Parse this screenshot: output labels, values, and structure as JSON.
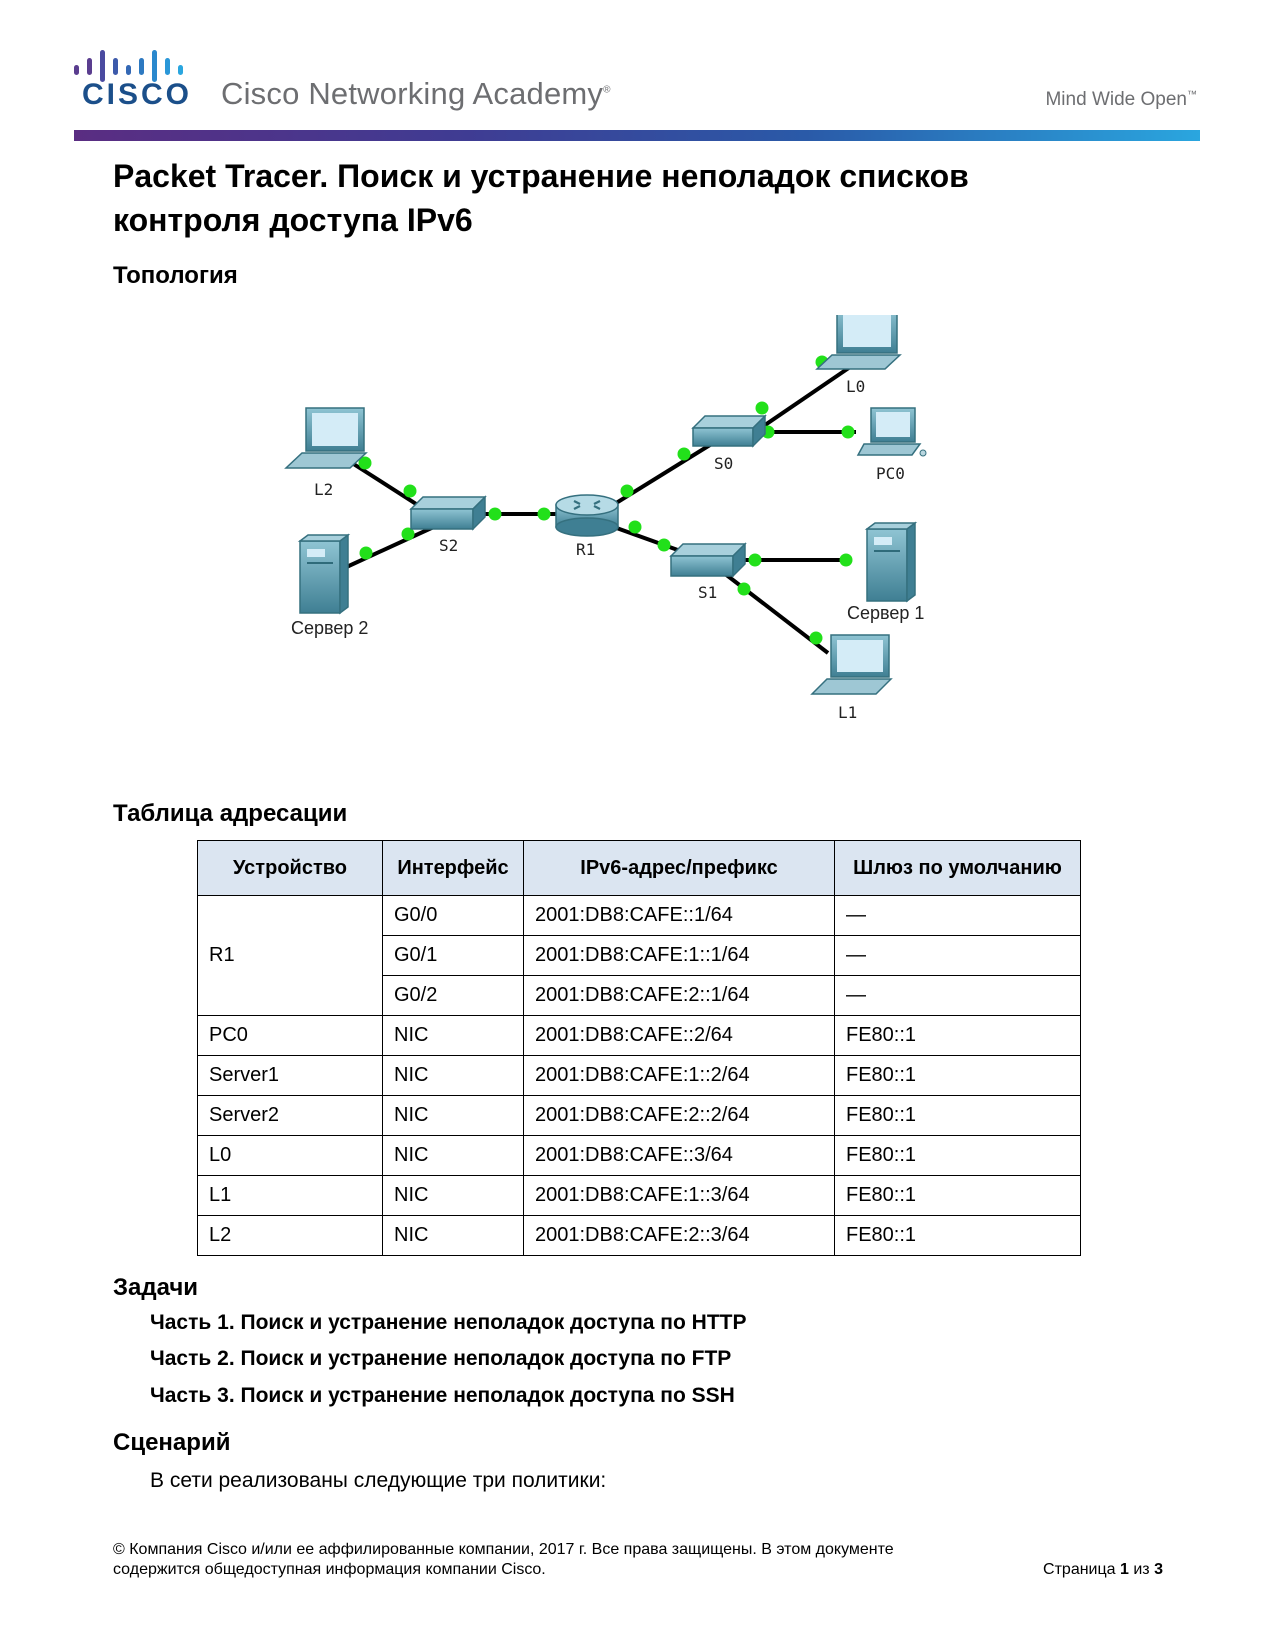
{
  "header": {
    "brand_word": "CISCO",
    "academy": "Cisco Networking Academy",
    "academy_mark": "®",
    "tagline": "Mind Wide Open",
    "tagline_mark": "™",
    "logo_icon": "cisco-bridge-logo-icon"
  },
  "title": "Packet Tracer. Поиск и устранение неполадок списков контроля доступа IPv6",
  "sections": {
    "topology": "Топология",
    "addressing": "Таблица адресации",
    "tasks": "Задачи",
    "scenario": "Сценарий"
  },
  "topology": {
    "labels": {
      "L0": "L0",
      "PC0": "PC0",
      "S0": "S0",
      "L2": "L2",
      "S2": "S2",
      "R1": "R1",
      "S1": "S1",
      "server1": "Сервер 1",
      "server2": "Сервер 2",
      "L1": "L1"
    },
    "link_color": "#000000",
    "port_color": "#22e01a",
    "device_color": "#4e8fa3"
  },
  "table": {
    "headers": [
      "Устройство",
      "Интерфейс",
      "IPv6-адрес/префикс",
      "Шлюз по умолчанию"
    ],
    "r1": {
      "device": "R1",
      "rows": [
        {
          "iface": "G0/0",
          "addr": "2001:DB8:CAFE::1/64",
          "gw": "—"
        },
        {
          "iface": "G0/1",
          "addr": "2001:DB8:CAFE:1::1/64",
          "gw": "—"
        },
        {
          "iface": "G0/2",
          "addr": "2001:DB8:CAFE:2::1/64",
          "gw": "—"
        }
      ]
    },
    "rows": [
      {
        "device": "PC0",
        "iface": "NIC",
        "addr": "2001:DB8:CAFE::2/64",
        "gw": "FE80::1"
      },
      {
        "device": "Server1",
        "iface": "NIC",
        "addr": "2001:DB8:CAFE:1::2/64",
        "gw": "FE80::1"
      },
      {
        "device": "Server2",
        "iface": "NIC",
        "addr": "2001:DB8:CAFE:2::2/64",
        "gw": "FE80::1"
      },
      {
        "device": "L0",
        "iface": "NIC",
        "addr": "2001:DB8:CAFE::3/64",
        "gw": "FE80::1"
      },
      {
        "device": "L1",
        "iface": "NIC",
        "addr": "2001:DB8:CAFE:1::3/64",
        "gw": "FE80::1"
      },
      {
        "device": "L2",
        "iface": "NIC",
        "addr": "2001:DB8:CAFE:2::3/64",
        "gw": "FE80::1"
      }
    ],
    "header_bg": "#dbe5f1"
  },
  "tasks": [
    "Часть 1. Поиск и устранение неполадок доступа по HTTP",
    "Часть 2. Поиск и устранение неполадок доступа по FTP",
    "Часть 3. Поиск и устранение неполадок доступа по SSH"
  ],
  "scenario_text": "В сети реализованы следующие три политики:",
  "footer": {
    "copyright_line1": "© Компания Cisco и/или ее аффилированные компании, 2017 г. Все права защищены. В этом документе",
    "copyright_line2": "содержится общедоступная информация компании Cisco.",
    "page_word": "Страница",
    "page_current": "1",
    "page_of": "из",
    "page_total": "3"
  }
}
